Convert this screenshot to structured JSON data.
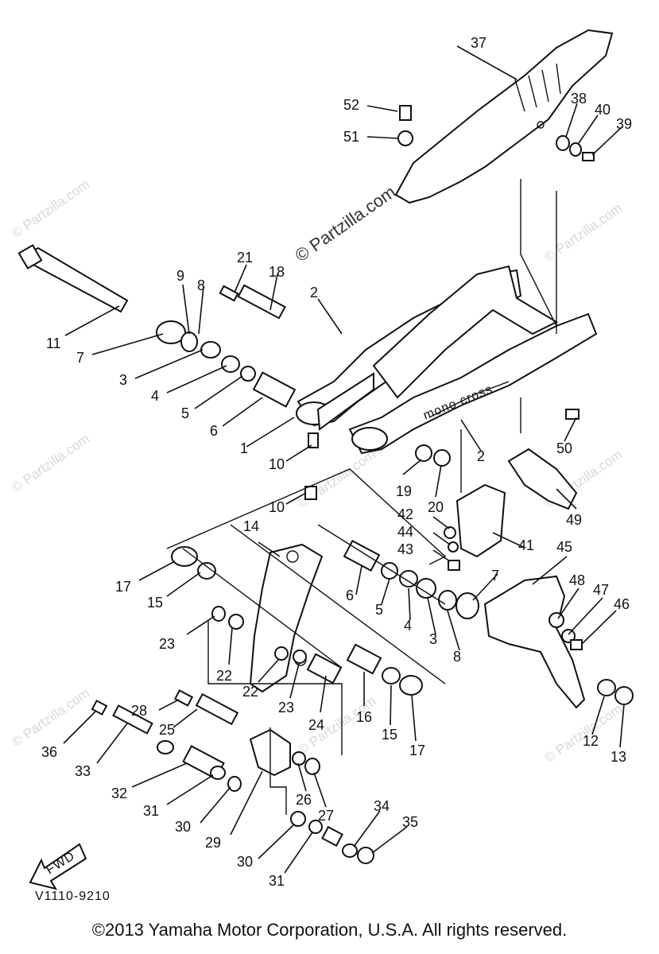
{
  "diagram": {
    "center_watermark": "© Partzilla.com",
    "side_watermark": "© Partzilla.com",
    "drawing_code": "V1110-9210",
    "fwd_label": "FWD",
    "frame_label": "mono cross",
    "callouts": [
      "1",
      "2",
      "3",
      "4",
      "5",
      "6",
      "7",
      "8",
      "9",
      "10",
      "11",
      "12",
      "13",
      "14",
      "15",
      "16",
      "17",
      "18",
      "19",
      "20",
      "21",
      "22",
      "23",
      "24",
      "25",
      "26",
      "27",
      "28",
      "29",
      "30",
      "31",
      "32",
      "33",
      "34",
      "35",
      "36",
      "37",
      "38",
      "39",
      "40",
      "41",
      "42",
      "43",
      "44",
      "45",
      "46",
      "47",
      "48",
      "49",
      "50",
      "51",
      "52"
    ]
  },
  "footer": {
    "copyright": "©2013 Yamaha Motor Corporation, U.S.A. All rights reserved."
  }
}
